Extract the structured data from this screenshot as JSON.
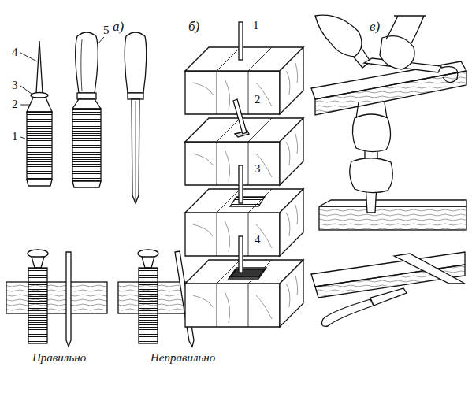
{
  "diagram": {
    "labels": [
      "а)",
      "4",
      "3",
      "2",
      "1",
      "5",
      "б)",
      "1",
      "2",
      "3",
      "4",
      "в)",
      "Правильно",
      "Неправильно"
    ]
  }
}
